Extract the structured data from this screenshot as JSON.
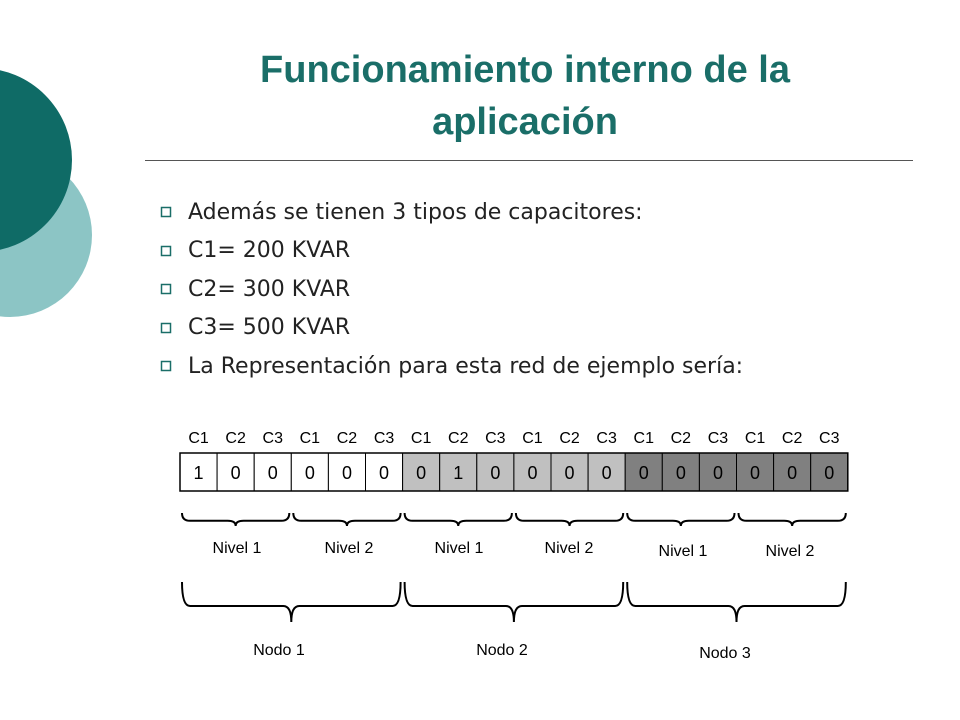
{
  "slide": {
    "title_line1": "Funcionamiento interno de la",
    "title_line2": "aplicación",
    "bullets": [
      "Además se tienen 3 tipos de capacitores:",
      "C1= 200 KVAR",
      "C2= 300 KVAR",
      "C3= 500 KVAR",
      "La Representación para esta red de ejemplo sería:"
    ],
    "bullet_icon": "hollow-square-bullet-icon",
    "colors": {
      "title": "#1a6e68",
      "deco_dark": "#0f6b66",
      "deco_light": "#8cc5c5"
    }
  },
  "diagram": {
    "cap_labels": [
      "C1",
      "C2",
      "C3",
      "C1",
      "C2",
      "C3",
      "C1",
      "C2",
      "C3",
      "C1",
      "C2",
      "C3",
      "C1",
      "C2",
      "C3",
      "C1",
      "C2",
      "C3"
    ],
    "bits": [
      "1",
      "0",
      "0",
      "0",
      "0",
      "0",
      "0",
      "1",
      "0",
      "0",
      "0",
      "0",
      "0",
      "0",
      "0",
      "0",
      "0",
      "0"
    ],
    "cell_colors": [
      "#ffffff",
      "#ffffff",
      "#ffffff",
      "#ffffff",
      "#ffffff",
      "#ffffff",
      "#c0c0c0",
      "#c0c0c0",
      "#c0c0c0",
      "#c0c0c0",
      "#c0c0c0",
      "#c0c0c0",
      "#808080",
      "#808080",
      "#808080",
      "#808080",
      "#808080",
      "#808080"
    ],
    "level_labels": [
      "Nivel 1",
      "Nivel 2",
      "Nivel 1",
      "Nivel 2",
      "Nivel 1",
      "Nivel 2"
    ],
    "node_labels": [
      "Nodo 1",
      "Nodo 2",
      "Nodo 3"
    ]
  }
}
